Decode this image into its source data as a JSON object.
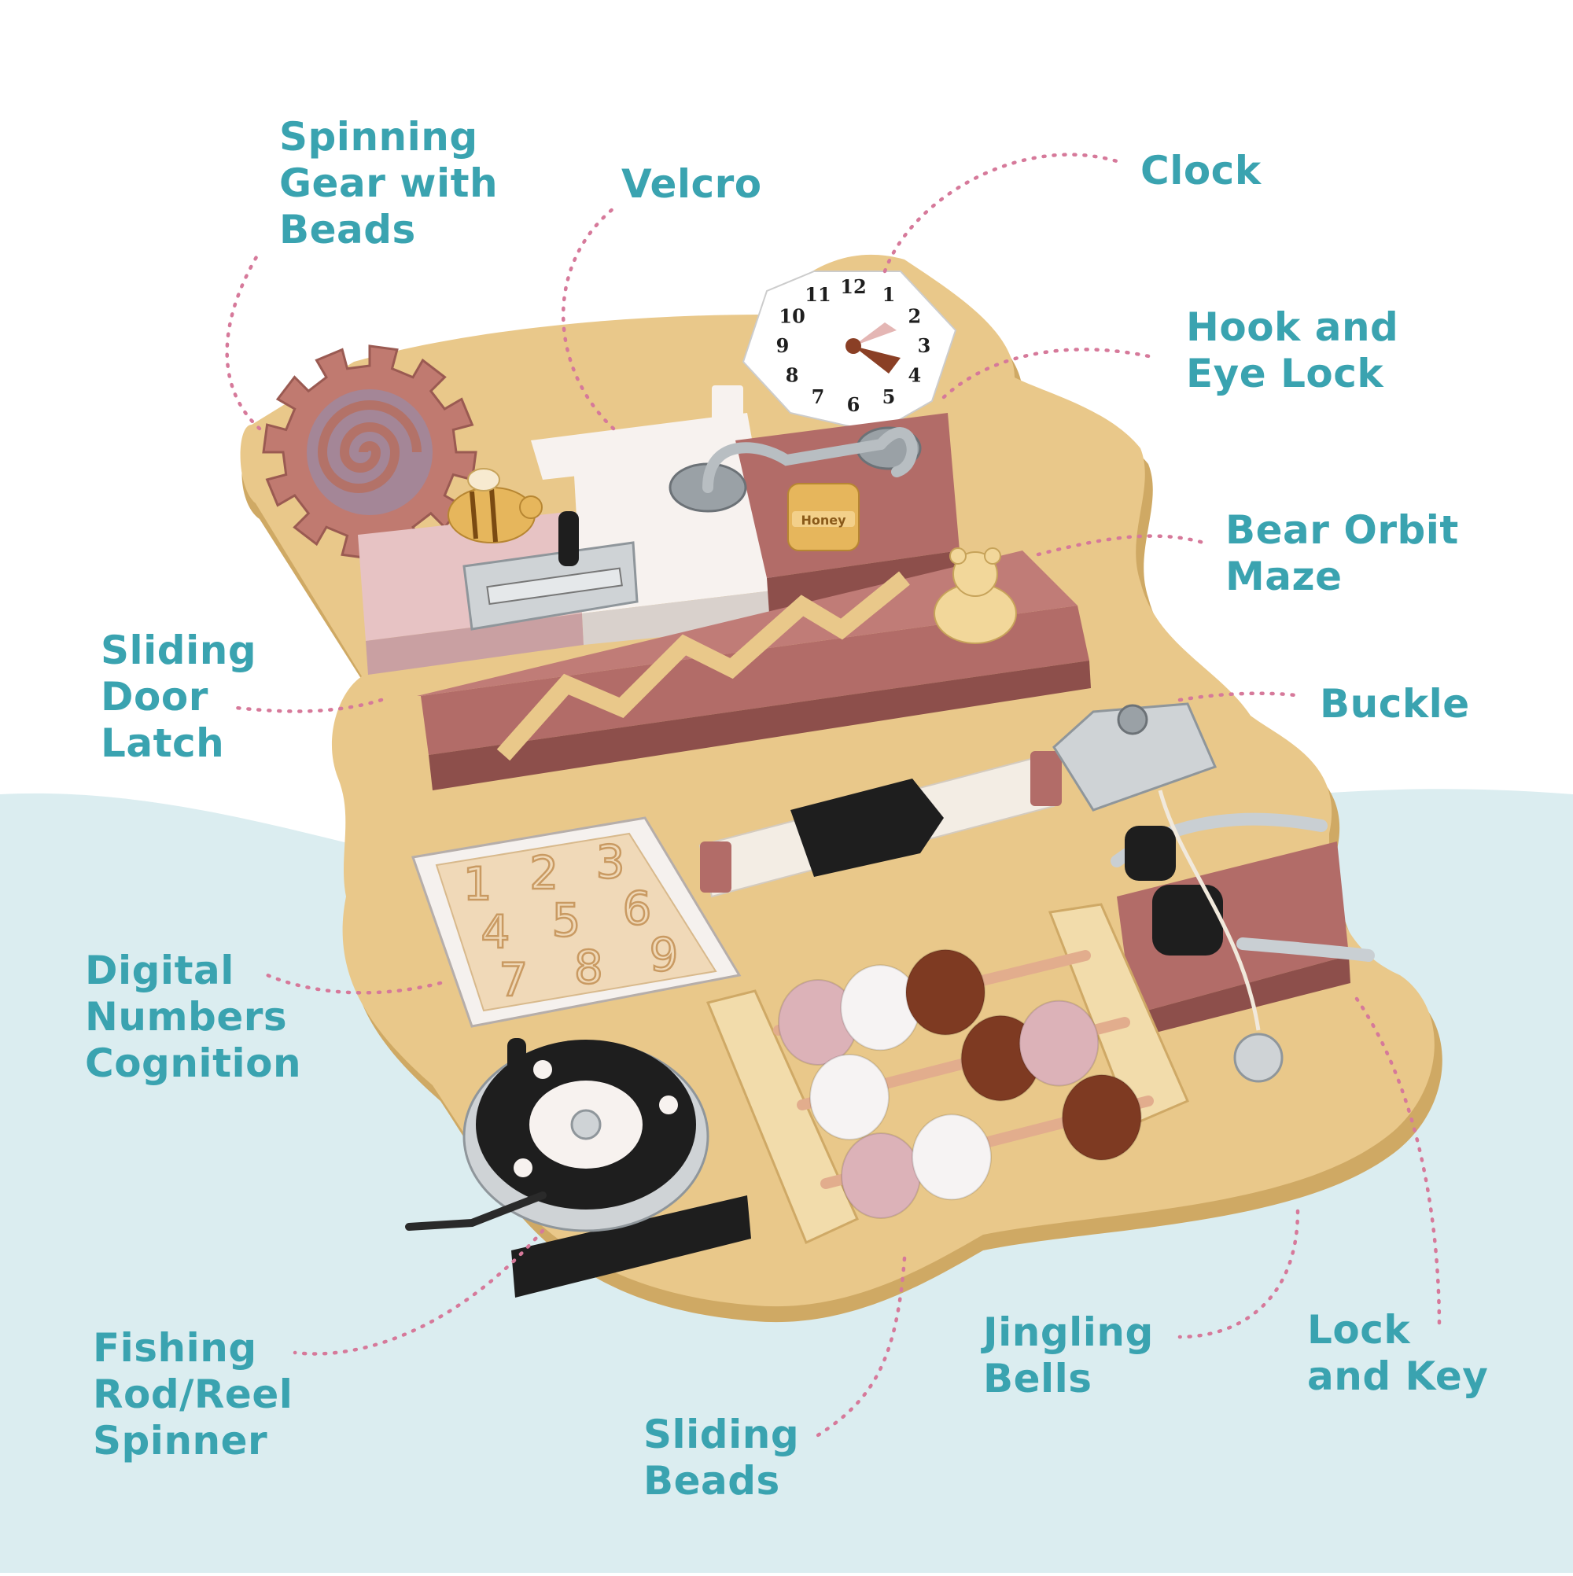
{
  "colors": {
    "label_text": "#3aa3b0",
    "connector": "#d6799a",
    "background_top": "#ffffff",
    "background_wave": "#dbedf0",
    "wood": "#e9c88a",
    "wood_edge": "#cfa964",
    "rose": "#b26c68",
    "pink": "#e7c3c4",
    "white_panel": "#f7f2ef",
    "metal": "#cfd3d6",
    "black": "#1e1e1e",
    "bead_brown": "#7e3a22",
    "bead_pink": "#dcb2b8",
    "bead_white": "#f6f3f3"
  },
  "clock_numbers": [
    "12",
    "1",
    "2",
    "3",
    "4",
    "5",
    "6",
    "7",
    "8",
    "9",
    "10",
    "11"
  ],
  "honey_text": "Honey",
  "number_tiles": [
    "1",
    "2",
    "3",
    "4",
    "5",
    "6",
    "7",
    "8",
    "9"
  ],
  "labels": [
    {
      "id": "spinning-gear-with-beads",
      "lines": [
        "Spinning",
        "Gear with",
        "Beads"
      ]
    },
    {
      "id": "velcro",
      "lines": [
        "Velcro"
      ]
    },
    {
      "id": "clock",
      "lines": [
        "Clock"
      ]
    },
    {
      "id": "hook-and-eye-lock",
      "lines": [
        "Hook and",
        "Eye Lock"
      ]
    },
    {
      "id": "bear-orbit-maze",
      "lines": [
        "Bear Orbit",
        "Maze"
      ]
    },
    {
      "id": "sliding-door-latch",
      "lines": [
        "Sliding",
        "Door",
        "Latch"
      ]
    },
    {
      "id": "buckle",
      "lines": [
        "Buckle"
      ]
    },
    {
      "id": "digital-numbers-cognition",
      "lines": [
        "Digital",
        "Numbers",
        "Cognition"
      ]
    },
    {
      "id": "fishing-rod-reel-spinner",
      "lines": [
        "Fishing",
        "Rod/Reel",
        "Spinner"
      ]
    },
    {
      "id": "jingling-bells",
      "lines": [
        "Jingling",
        "Bells"
      ]
    },
    {
      "id": "lock-and-key",
      "lines": [
        "Lock",
        "and Key"
      ]
    },
    {
      "id": "sliding-beads",
      "lines": [
        "Sliding",
        "Beads"
      ]
    }
  ]
}
